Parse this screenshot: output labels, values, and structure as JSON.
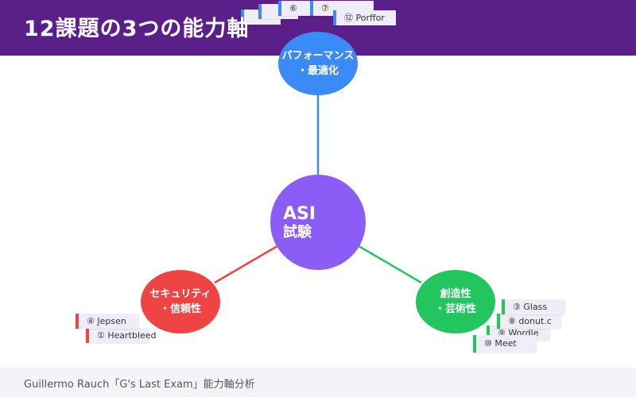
{
  "header": {
    "title": "12課題の3つの能力軸"
  },
  "center": {
    "line1": "ASI",
    "line2": "試験"
  },
  "axes": {
    "performance": {
      "line1": "パフォーマンス",
      "line2": "・最適化",
      "color": "#3b8bf6"
    },
    "security": {
      "line1": "セキュリティ",
      "line2": "・信頼性",
      "color": "#ef4444"
    },
    "creativity": {
      "line1": "創造性",
      "line2": "・芸術性",
      "color": "#22c55e"
    }
  },
  "tags": {
    "performance": [
      {
        "label": ""
      },
      {
        "label": ""
      },
      {
        "label": "⑥"
      },
      {
        "label": "⑦"
      },
      {
        "label": "⑫ Porffor"
      }
    ],
    "security": [
      {
        "label": "④ Jepsen"
      },
      {
        "label": "① Heartbleed"
      }
    ],
    "creativity": [
      {
        "label": "③ Glass"
      },
      {
        "label": "⑧ donut.c"
      },
      {
        "label": "⑨ Wordle"
      },
      {
        "label": "⑩ Meet"
      }
    ]
  },
  "footer": {
    "text": "Guillermo Rauch「G's Last Exam」能力軸分析"
  }
}
